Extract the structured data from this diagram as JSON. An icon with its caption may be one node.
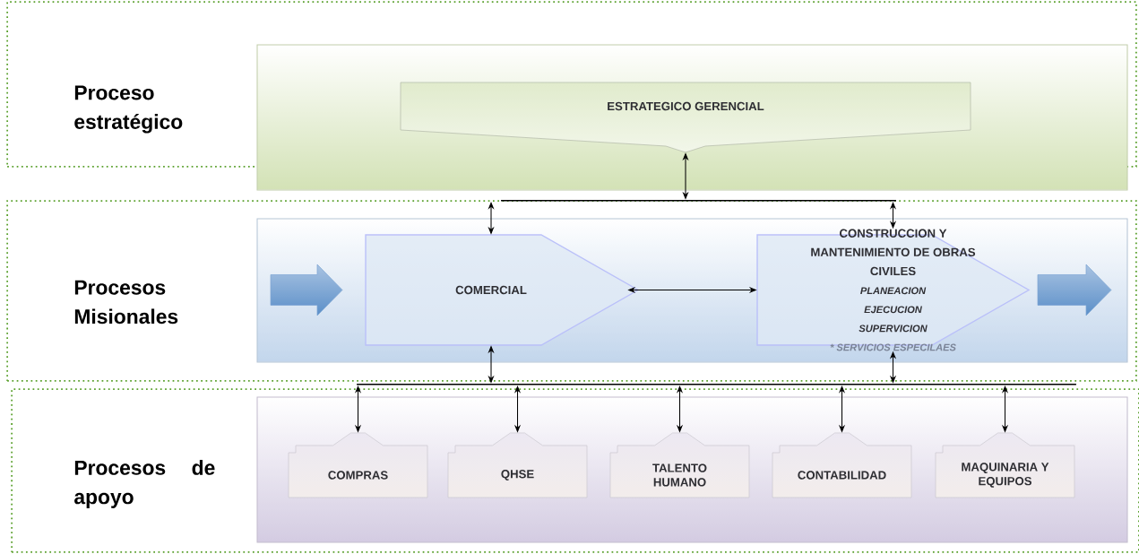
{
  "diagram": {
    "nodes": [
      {
        "text": [
          "Proceso estratégico"
        ]
      },
      {
        "text": [
          "Procesos Misionales"
        ]
      },
      {
        "text": [
          "Procesos de apoyo"
        ]
      },
      {
        "text": [],
        "shape": "box"
      },
      {
        "text": [
          "ESTRATEGICO GERENCIAL"
        ],
        "in": 3
      },
      {
        "text": [],
        "shape": "box",
        "in": 1
      },
      {
        "text": [
          "COMERCIAL"
        ],
        "in": 5
      },
      {
        "text": [
          "CONSTRUCCION Y MANTENIMIENTO DE OBRAS CIVILES",
          "PLANEACION",
          "EJECUCION",
          "SUPERVICION",
          "* SERVICIOS ESPECILAES"
        ],
        "in": 5
      },
      {
        "text": [],
        "shape": "arrow",
        "in": 5
      },
      {
        "text": [],
        "shape": "arrow",
        "in": 5
      },
      {
        "text": [],
        "shape": "box",
        "in": 2
      },
      {
        "text": [
          "COMPRAS"
        ],
        "in": 10
      },
      {
        "text": [
          "QHSE"
        ],
        "in": 10
      },
      {
        "text": [
          "TALENTO HUMANO"
        ],
        "in": 10
      },
      {
        "text": [
          "CONTABILIDAD"
        ],
        "in": 10
      },
      {
        "text": [
          "MAQUINARIA Y EQUIPOS"
        ],
        "in": 10
      },
      {
        "text": [],
        "shape": "bar"
      },
      {
        "text": [],
        "shape": "bar"
      }
    ],
    "edges": [
      {
        "from": 4,
        "to": 16,
        "arrow": "both"
      },
      {
        "from": 16,
        "to": 6,
        "arrow": "both"
      },
      {
        "from": 16,
        "to": 7,
        "arrow": "both"
      },
      {
        "from": 6,
        "to": 7,
        "arrow": "both"
      },
      {
        "from": 6,
        "to": 17,
        "arrow": "both"
      },
      {
        "from": 7,
        "to": 17,
        "arrow": "both"
      },
      {
        "from": 17,
        "to": 11,
        "arrow": "both"
      },
      {
        "from": 17,
        "to": 12,
        "arrow": "both"
      },
      {
        "from": 17,
        "to": 13,
        "arrow": "both"
      },
      {
        "from": 17,
        "to": 14,
        "arrow": "both"
      },
      {
        "from": 17,
        "to": 15,
        "arrow": "both"
      }
    ]
  }
}
